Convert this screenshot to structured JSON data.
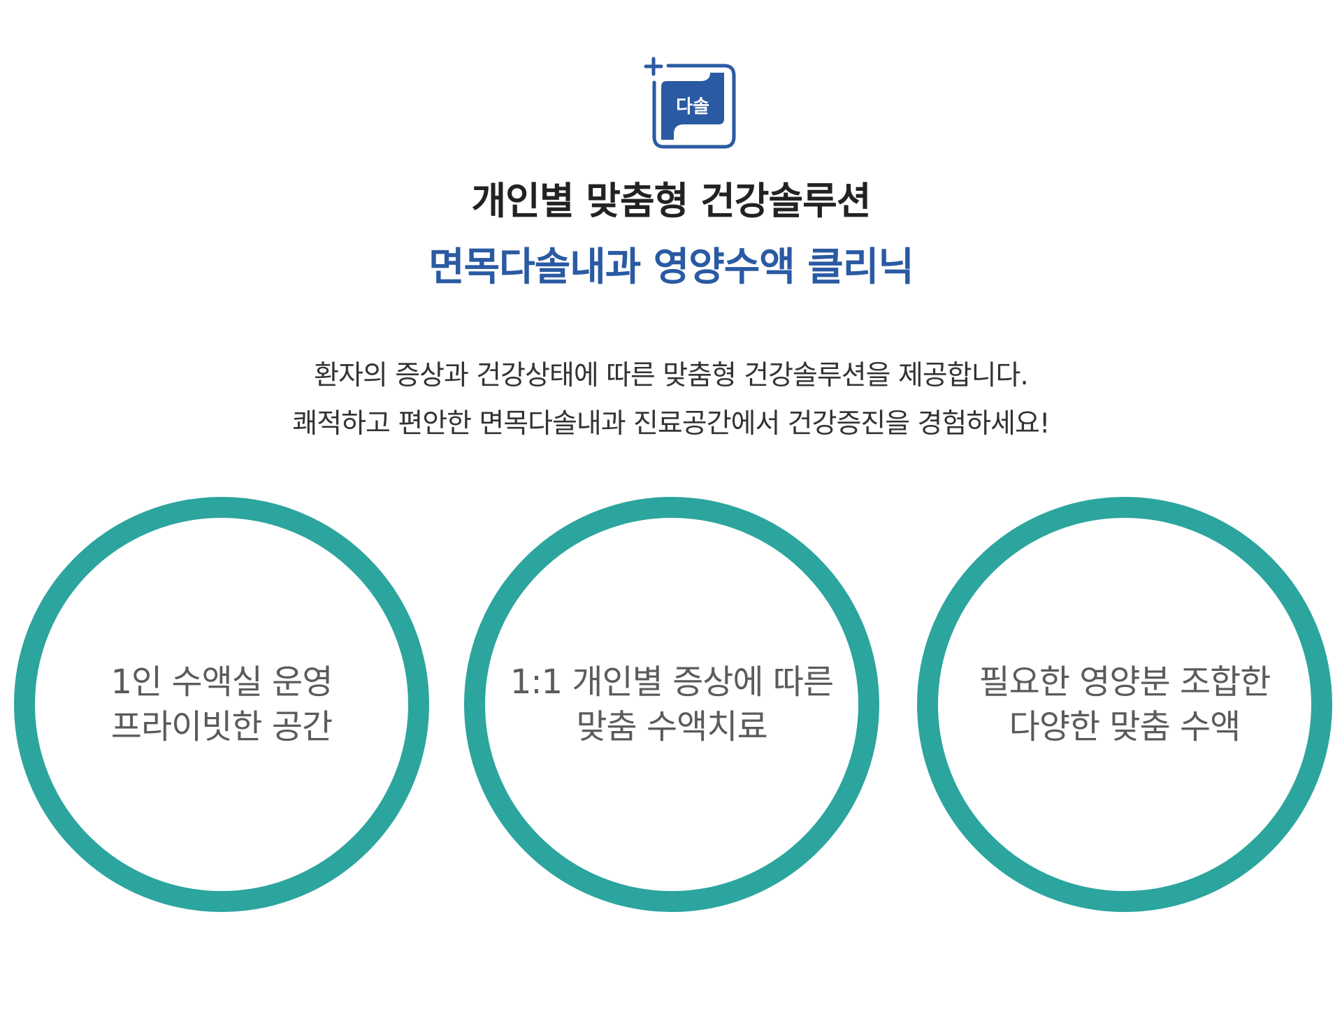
{
  "logo": {
    "icon": "clinic-logo-icon",
    "text": "다솔",
    "accent_color": "#2a5aa2"
  },
  "heading": {
    "line1": "개인별 맞춤형 건강솔루션",
    "line2": "면목다솔내과 영양수액 클리닉",
    "line1_color": "#222222",
    "line2_color": "#2a5aa2"
  },
  "description": {
    "line1": "환자의 증상과 건강상태에 따른 맞춤형 건강솔루션을 제공합니다.",
    "line2": "쾌적하고 편안한 면목다솔내과 진료공간에서 건강증진을 경험하세요!"
  },
  "features": {
    "ring_color": "#2ba59e",
    "items": [
      {
        "line1": "1인 수액실 운영",
        "line2": "프라이빗한 공간"
      },
      {
        "line1": "1:1 개인별 증상에 따른",
        "line2": "맞춤 수액치료"
      },
      {
        "line1": "필요한 영양분 조합한",
        "line2": "다양한 맞춤 수액"
      }
    ]
  }
}
